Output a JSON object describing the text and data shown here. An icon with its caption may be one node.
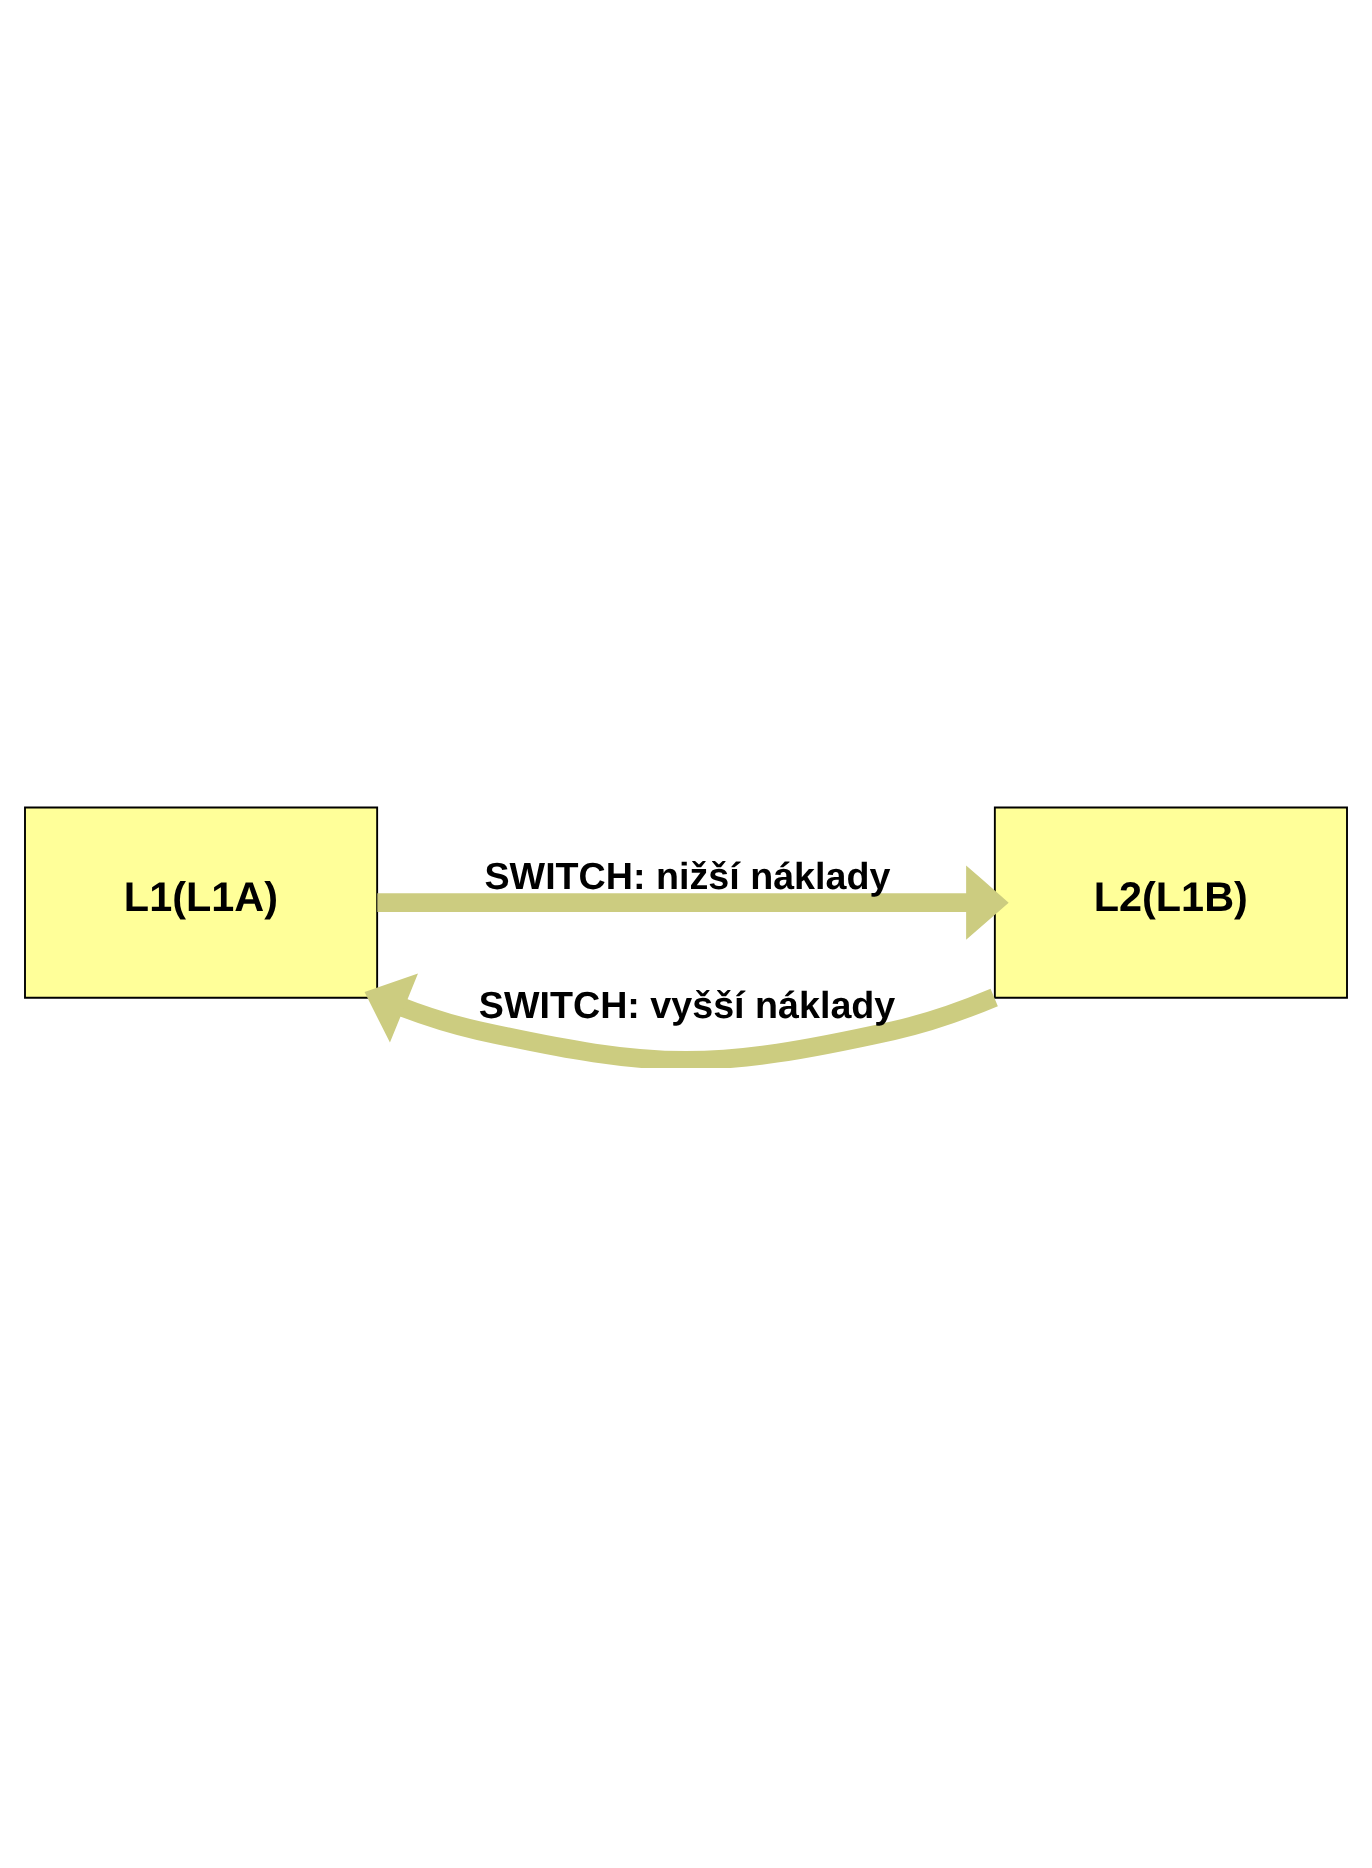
{
  "diagram": {
    "nodes": [
      {
        "text": [
          "L1(L1A)"
        ]
      },
      {
        "text": [
          "L2(L1B)"
        ]
      }
    ],
    "edges": [
      {
        "from": 1,
        "to": 0,
        "arrow": "to",
        "label": "SWITCH: vyšší náklady"
      },
      {
        "from": 0,
        "to": 1,
        "arrow": "to",
        "label": "SWITCH: nižší náklady"
      }
    ]
  }
}
